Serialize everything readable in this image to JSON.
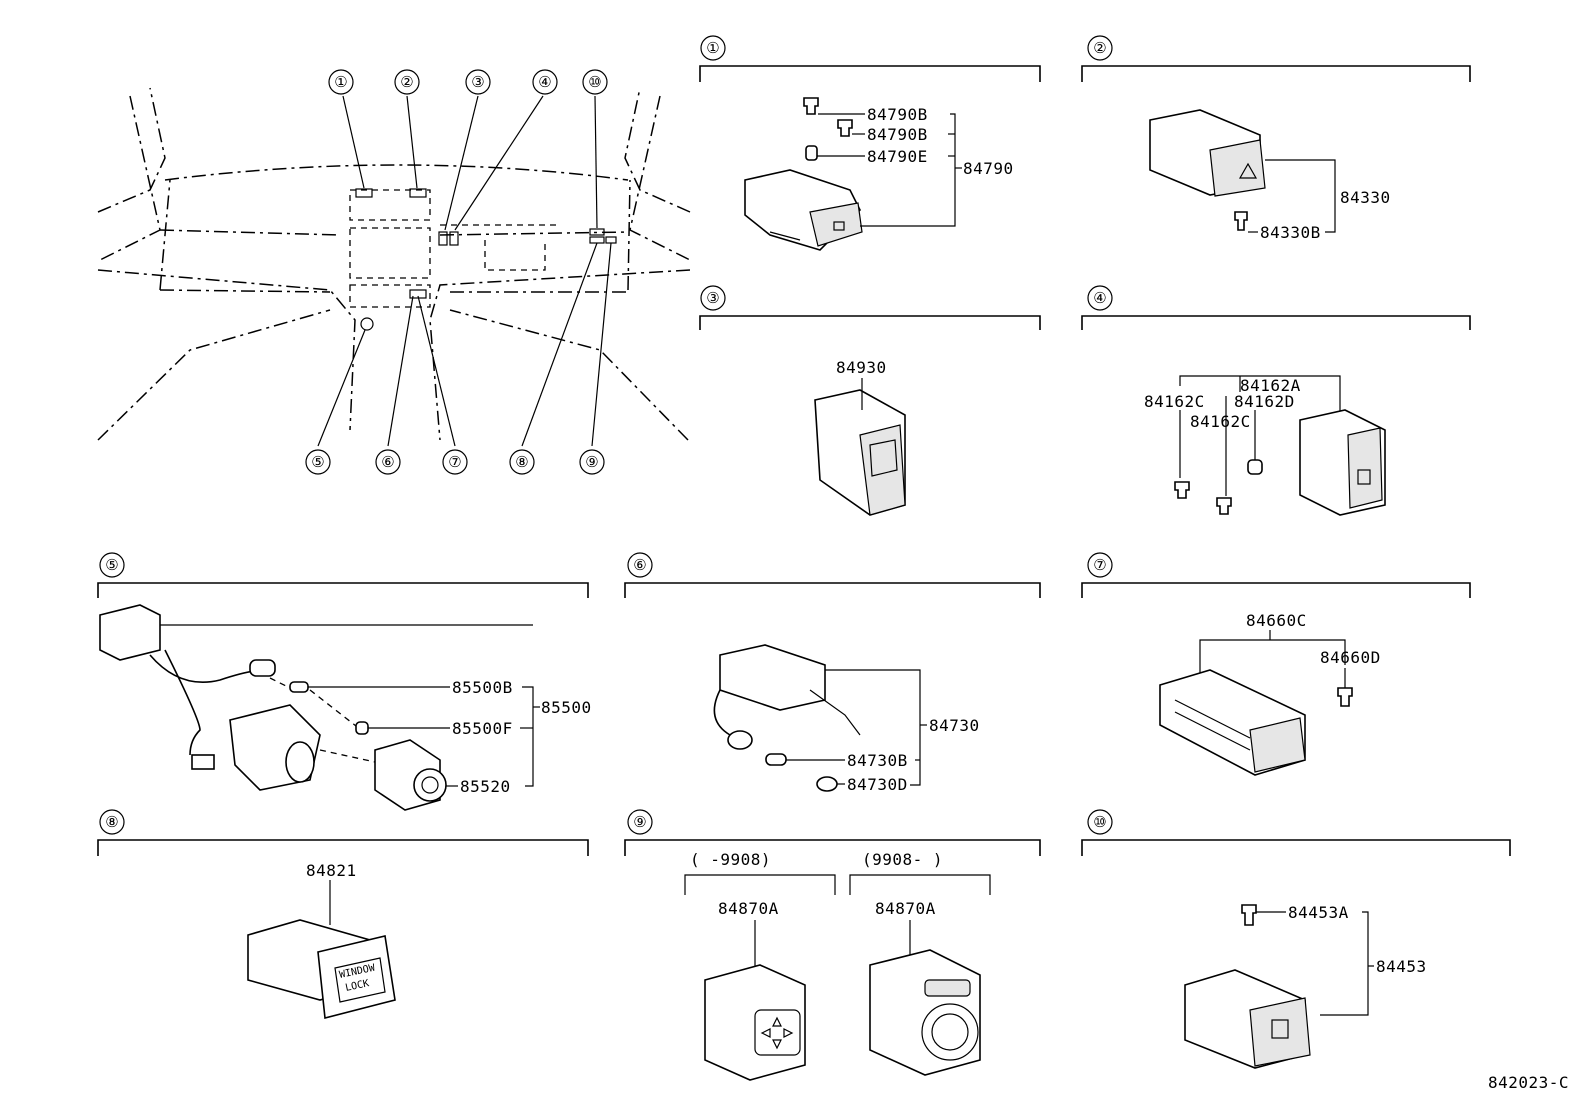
{
  "overview": {
    "callouts_top": [
      "①",
      "②",
      "③",
      "④",
      "⑩"
    ],
    "callouts_bottom": [
      "⑤",
      "⑥",
      "⑦",
      "⑧",
      "⑨"
    ]
  },
  "sections": {
    "s1": {
      "label": "①",
      "parts": [
        "84790B",
        "84790B",
        "84790E",
        "84790"
      ]
    },
    "s2": {
      "label": "②",
      "parts": [
        "84330",
        "84330B"
      ]
    },
    "s3": {
      "label": "③",
      "parts": [
        "84930"
      ]
    },
    "s4": {
      "label": "④",
      "parts": [
        "84162A",
        "84162C",
        "84162D",
        "84162C"
      ]
    },
    "s5": {
      "label": "⑤",
      "parts": [
        "85500B",
        "85500F",
        "85500",
        "85520"
      ]
    },
    "s6": {
      "label": "⑥",
      "parts": [
        "84730",
        "84730B",
        "84730D"
      ]
    },
    "s7": {
      "label": "⑦",
      "parts": [
        "84660C",
        "84660D"
      ]
    },
    "s8": {
      "label": "⑧",
      "parts": [
        "84821"
      ],
      "switch_text": [
        "WINDOW",
        "LOCK"
      ]
    },
    "s9": {
      "label": "⑨",
      "ranges": [
        "(      -9908)",
        "(9908-      )"
      ],
      "parts": [
        "84870A",
        "84870A"
      ]
    },
    "s10": {
      "label": "⑩",
      "parts": [
        "84453A",
        "84453"
      ]
    }
  },
  "diagram_code": "842023-C"
}
